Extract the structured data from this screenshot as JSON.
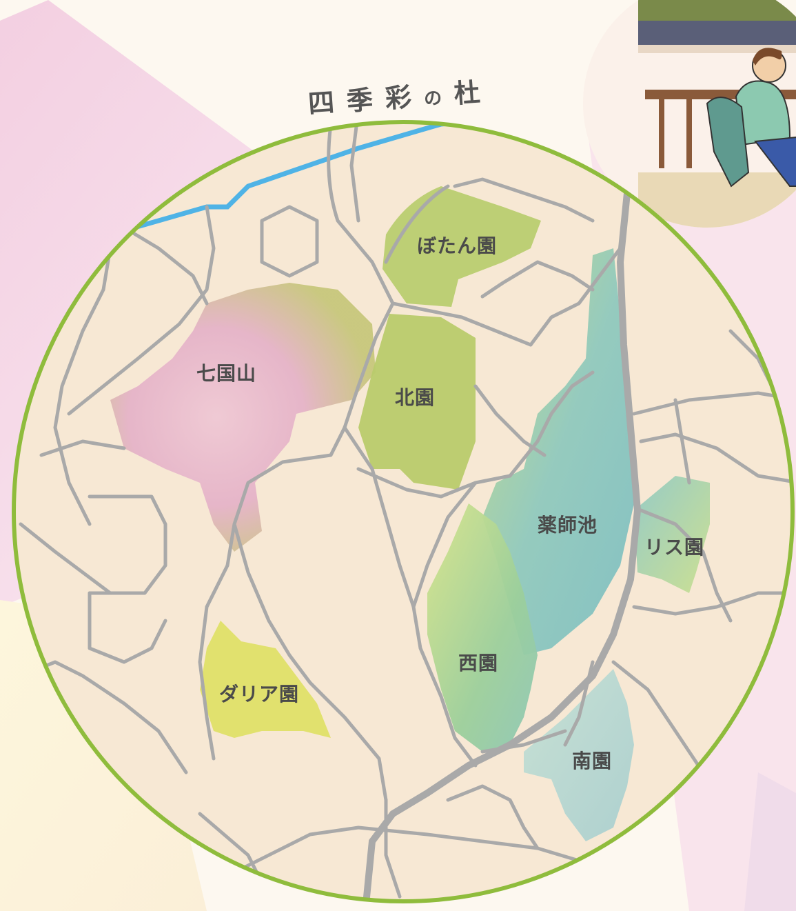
{
  "map": {
    "title": "四季彩の杜",
    "title_parts": [
      "四",
      "季",
      "彩",
      "の",
      "杜"
    ],
    "areas": [
      {
        "id": "botan",
        "label": "ぼたん園"
      },
      {
        "id": "nanakuni",
        "label": "七国山"
      },
      {
        "id": "kita",
        "label": "北園"
      },
      {
        "id": "yakushi",
        "label": "薬師池"
      },
      {
        "id": "risu",
        "label": "リス園"
      },
      {
        "id": "nishi",
        "label": "西園"
      },
      {
        "id": "dahlia",
        "label": "ダリア園"
      },
      {
        "id": "minami",
        "label": "南園"
      }
    ],
    "colors": {
      "land": "#f7e8d4",
      "road": "#a9a9a9",
      "border": "#8fbc3c",
      "river": "#4fb3e6",
      "green_area": "#b6cc6a",
      "pink_area": "#e6b6cb",
      "pond_area": "#8cc8bf",
      "yellow_area": "#dfe068",
      "blue_area": "#a9d3d2"
    }
  },
  "illustration": {
    "subject": "person-sitting-at-cafe-table"
  }
}
